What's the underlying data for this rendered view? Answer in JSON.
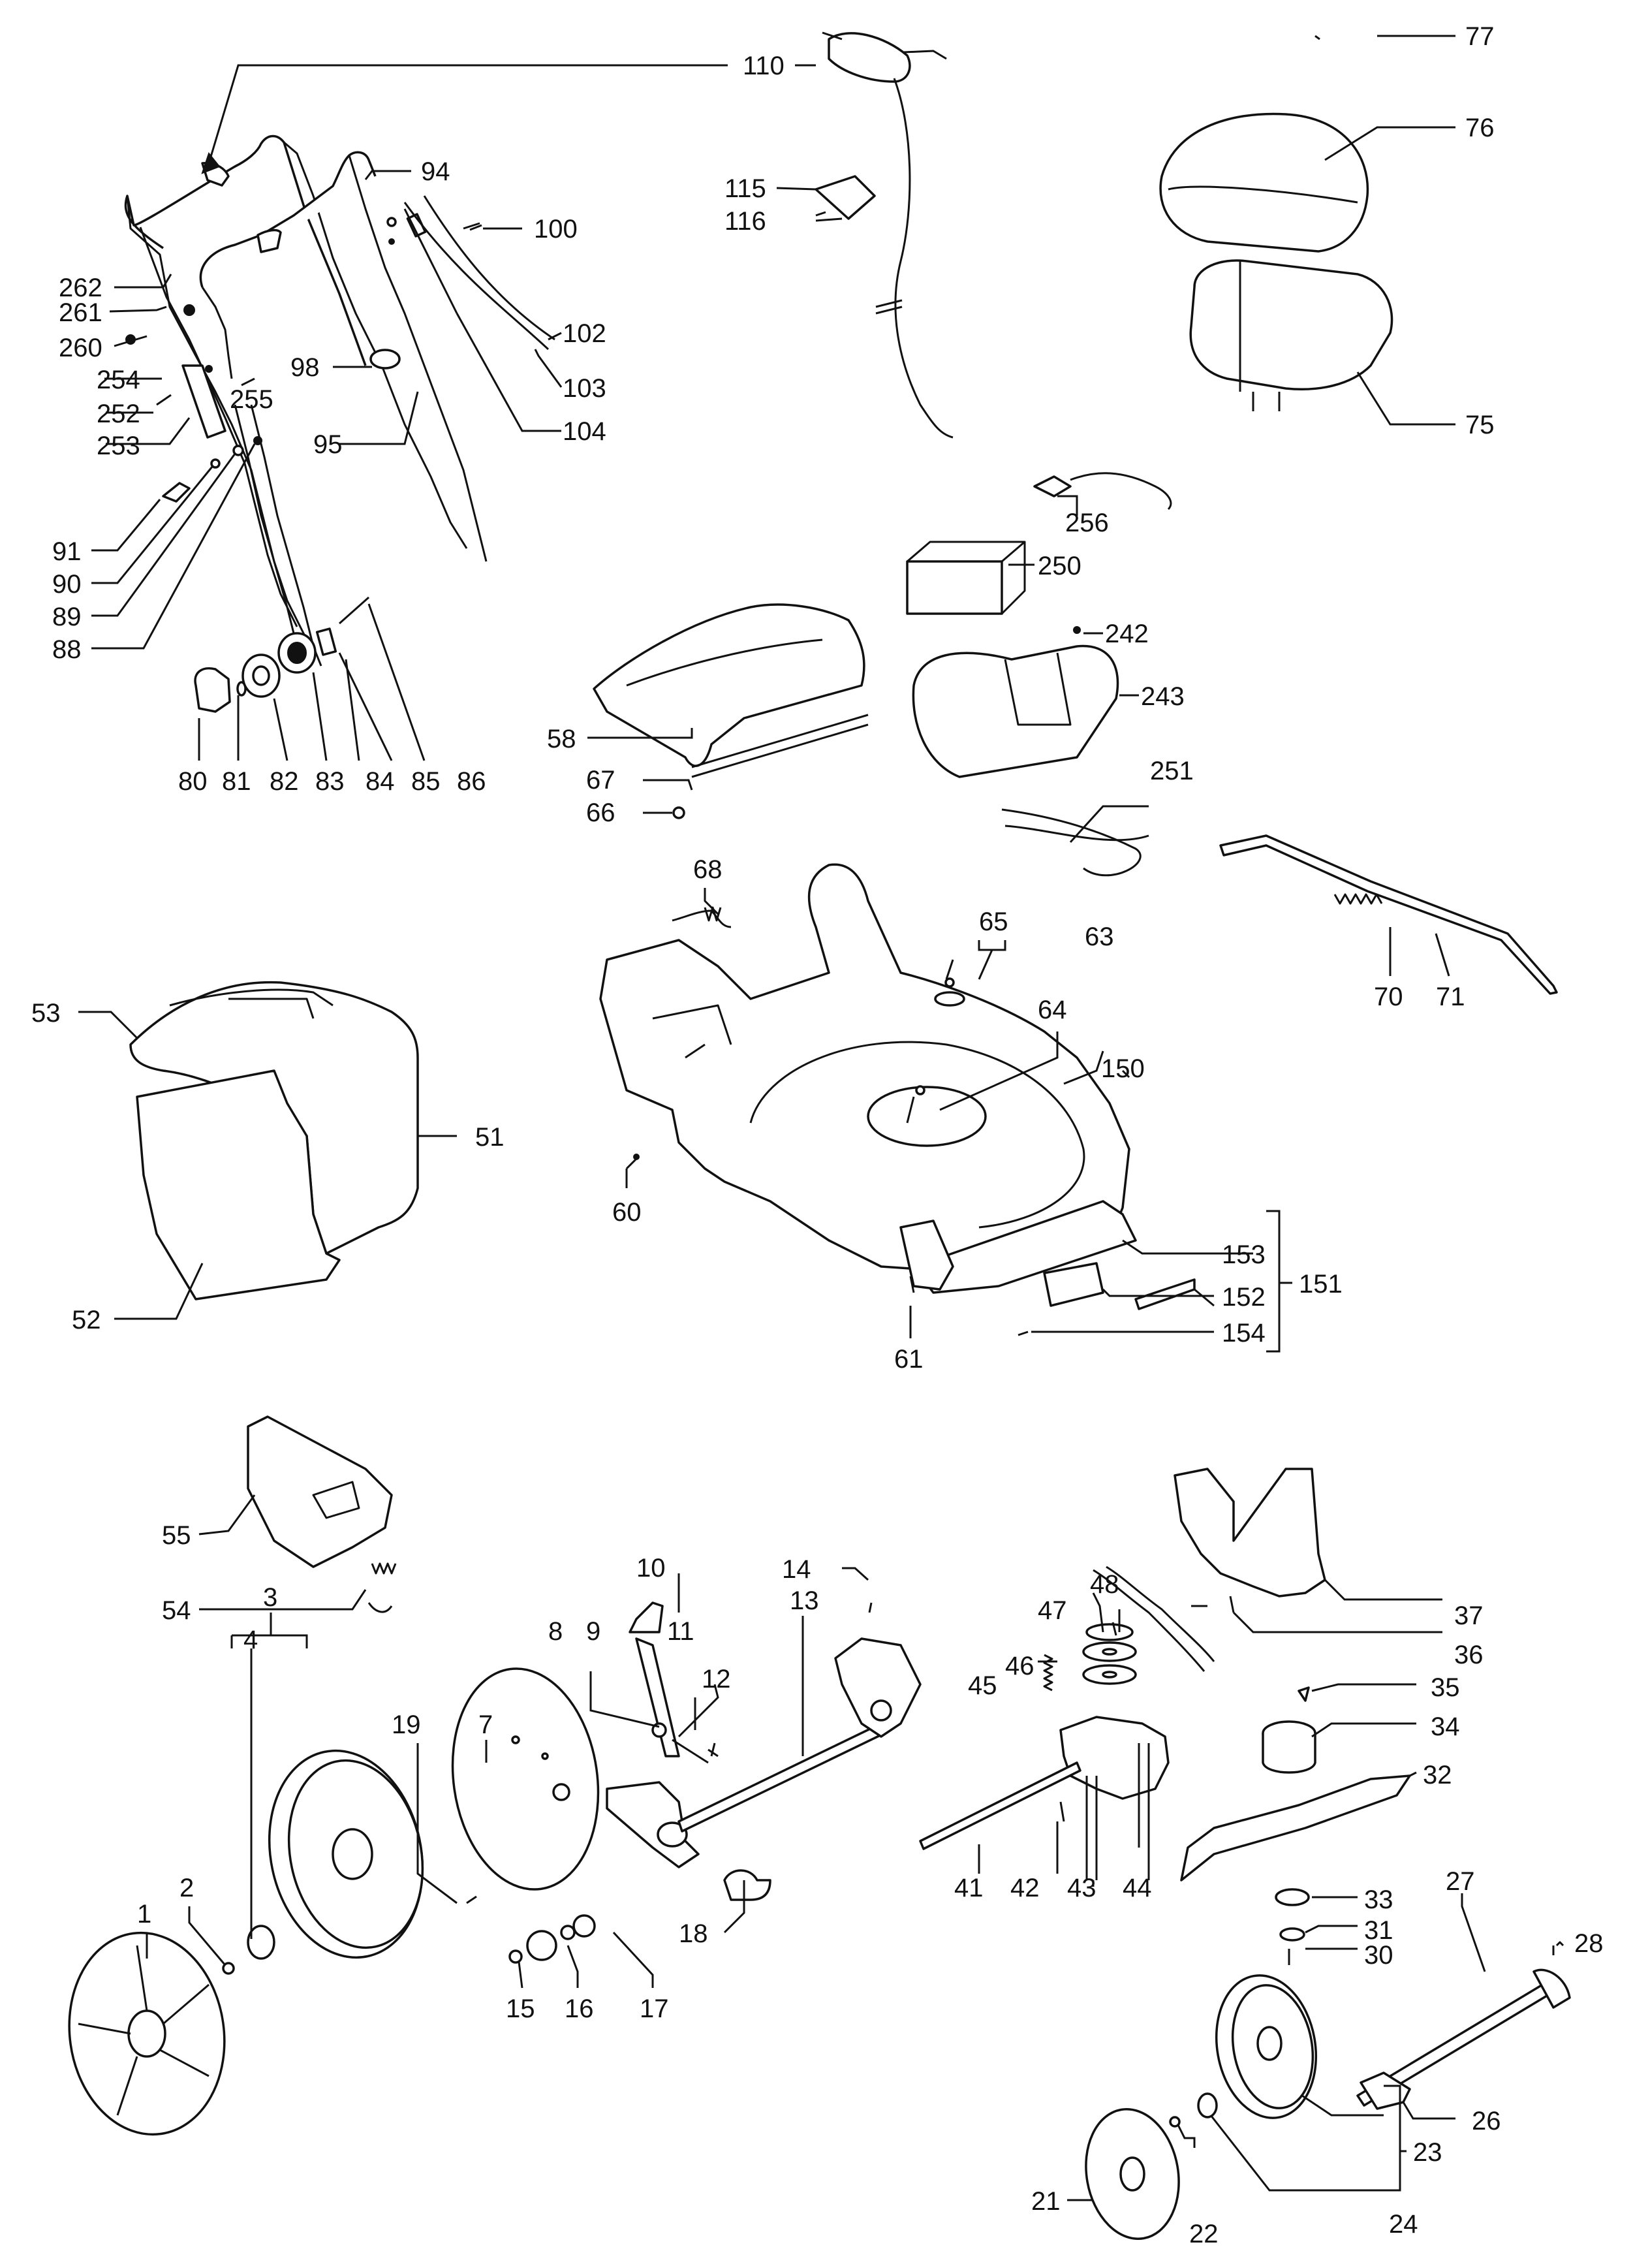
{
  "labels": {
    "l110": "110",
    "l77": "77",
    "l76": "76",
    "l75": "75",
    "l94": "94",
    "l100": "100",
    "l115": "115",
    "l116": "116",
    "l262": "262",
    "l261": "261",
    "l260": "260",
    "l254": "254",
    "l255": "255",
    "l252": "252",
    "l253": "253",
    "l98": "98",
    "l95": "95",
    "l102": "102",
    "l103": "103",
    "l104": "104",
    "l91": "91",
    "l90": "90",
    "l89": "89",
    "l88": "88",
    "l80": "80",
    "l81": "81",
    "l82": "82",
    "l83": "83",
    "l84": "84",
    "l85": "85",
    "l86": "86",
    "l256": "256",
    "l250": "250",
    "l242": "242",
    "l243": "243",
    "l251": "251",
    "l58": "58",
    "l67": "67",
    "l66": "66",
    "l68": "68",
    "l65": "65",
    "l64": "64",
    "l63": "63",
    "l150": "150",
    "l60": "60",
    "l61": "61",
    "l153": "153",
    "l152": "152",
    "l154": "154",
    "l151": "151",
    "l70": "70",
    "l71": "71",
    "l53": "53",
    "l51": "51",
    "l52": "52",
    "l55": "55",
    "l54": "54",
    "l10": "10",
    "l14": "14",
    "l13": "13",
    "l8": "8",
    "l9": "9",
    "l11": "11",
    "l12": "12",
    "l19": "19",
    "l7": "7",
    "l3": "3",
    "l4": "4",
    "l1": "1",
    "l2": "2",
    "l15": "15",
    "l16": "16",
    "l17": "17",
    "l18": "18",
    "l48": "48",
    "l47": "47",
    "l46": "46",
    "l45": "45",
    "l37": "37",
    "l36": "36",
    "l35": "35",
    "l34": "34",
    "l32": "32",
    "l33": "33",
    "l31": "31",
    "l30": "30",
    "l41": "41",
    "l42": "42",
    "l43": "43",
    "l44": "44",
    "l27": "27",
    "l28": "28",
    "l26": "26",
    "l21": "21",
    "l22": "22",
    "l23": "23",
    "l24": "24"
  }
}
